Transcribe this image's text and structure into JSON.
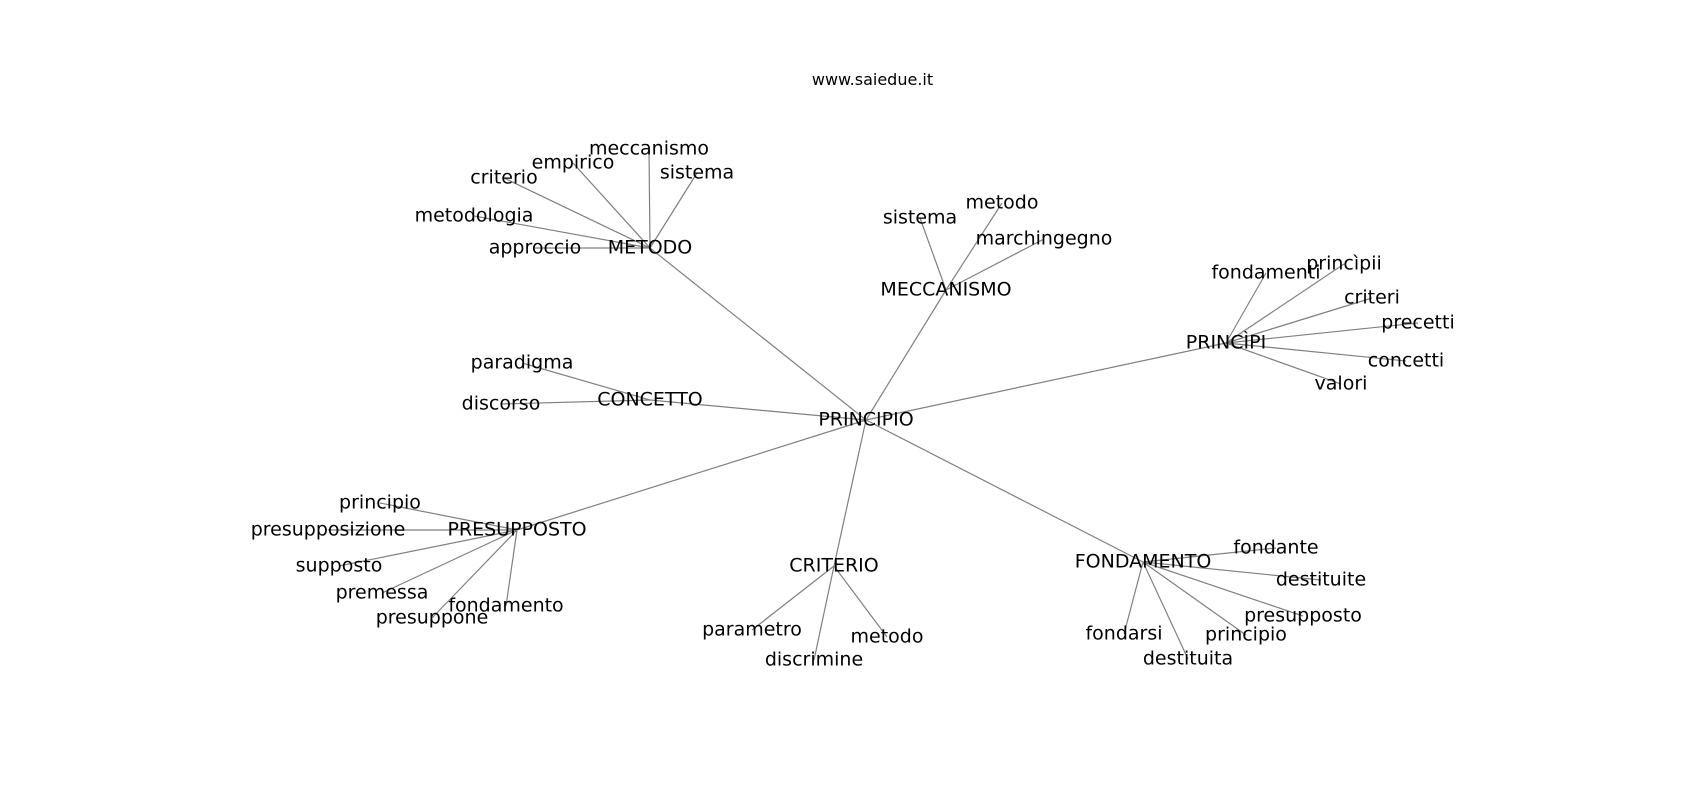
{
  "site": "www.saiedue.it",
  "diagram": {
    "root": "PRINCIPIO",
    "branches": [
      {
        "label": "METODO",
        "children": [
          "meccanismo",
          "empirico",
          "criterio",
          "sistema",
          "metodologia",
          "approccio"
        ]
      },
      {
        "label": "MECCANISMO",
        "children": [
          "metodo",
          "sistema",
          "marchingegno"
        ]
      },
      {
        "label": "PRINCÌPI",
        "children": [
          "fondamenti",
          "princìpii",
          "criteri",
          "precetti",
          "concetti",
          "valori"
        ]
      },
      {
        "label": "CONCETTO",
        "children": [
          "paradigma",
          "discorso"
        ]
      },
      {
        "label": "PRESUPPOSTO",
        "children": [
          "principio",
          "presupposizione",
          "supposto",
          "premessa",
          "fondamento",
          "presuppone"
        ]
      },
      {
        "label": "CRITERIO",
        "children": [
          "parametro",
          "metodo",
          "discrimine"
        ]
      },
      {
        "label": "FONDAMENTO",
        "children": [
          "fondante",
          "destituite",
          "presupposto",
          "fondarsi",
          "principio",
          "destituita"
        ]
      }
    ]
  }
}
